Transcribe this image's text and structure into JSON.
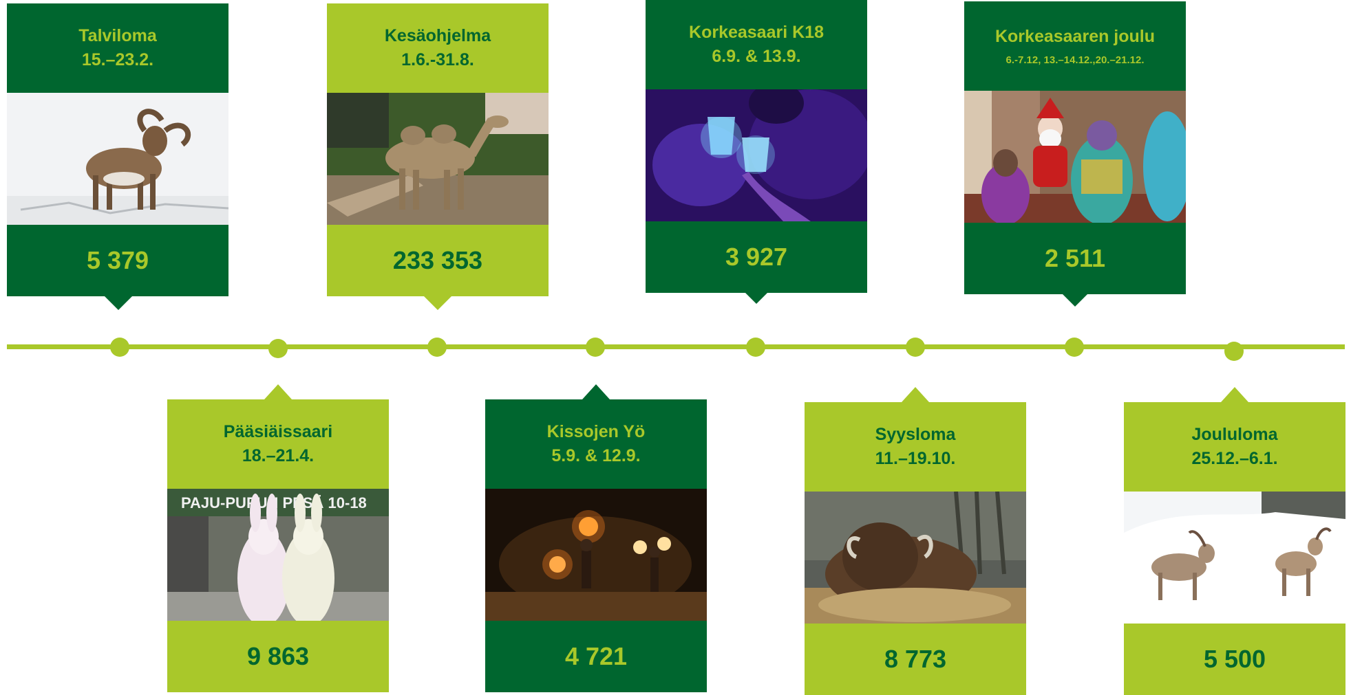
{
  "events": [
    {
      "title": "Talviloma",
      "dates": "15.–23.2.",
      "count": "5 379"
    },
    {
      "title": "Pääsiäissaari",
      "dates": "18.–21.4.",
      "count": "9 863"
    },
    {
      "title": "Kesäohjelma",
      "dates": "1.6.-31.8.",
      "count": "233 353"
    },
    {
      "title": "Kissojen Yö",
      "dates": "5.9. & 12.9.",
      "count": "4 721"
    },
    {
      "title": "Korkeasaari K18",
      "dates": "6.9. & 13.9.",
      "count": "3 927"
    },
    {
      "title": "Syysloma",
      "dates": "11.–19.10.",
      "count": "8 773"
    },
    {
      "title": "Korkeasaaren joulu",
      "dates": "6.-7.12, 13.–14.12.,20.–21.12.",
      "count": "2 511"
    },
    {
      "title": "Joululoma",
      "dates": "25.12.–6.1.",
      "count": "5 500"
    }
  ],
  "photos": {
    "talviloma": "mouflon-ram-in-snow-photo",
    "paasiaissaari": "easter-bunny-costumes-photo",
    "paasiaissaari_banner": "PAJU-PUPUN PESÄ 10-18",
    "kesaohjelma": "camel-photo",
    "kissojen_yo": "fire-performers-photo",
    "k18": "glowing-cups-photo",
    "syysloma": "bison-photo",
    "joulu": "santa-claus-photo",
    "joululoma": "ibex-in-snow-photo"
  },
  "colors": {
    "dark_green": "#00662f",
    "light_green": "#a9c82a",
    "background": "#ffffff"
  }
}
